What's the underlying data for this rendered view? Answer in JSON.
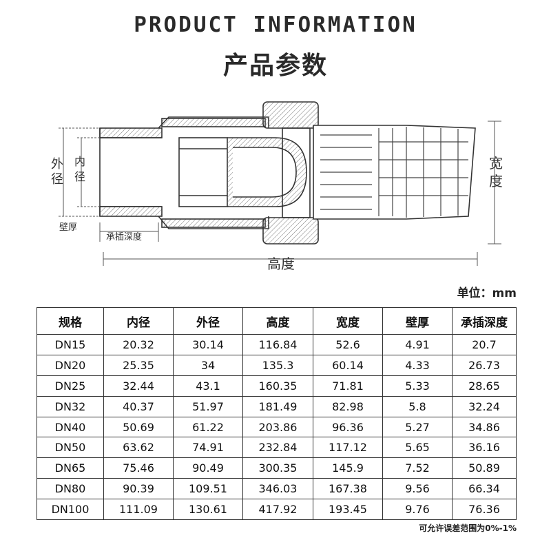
{
  "header": {
    "title_en": "PRODUCT INFORMATION",
    "title_cn": "产品参数"
  },
  "diagram": {
    "label_outer_diameter": "外\n径",
    "label_inner_diameter": "内\n径",
    "label_wall": "壁厚",
    "label_socket_depth": "承插深度",
    "label_height": "高度",
    "label_width": "宽\n度"
  },
  "unit_label": "单位：mm",
  "table": {
    "headers": [
      "规格",
      "内径",
      "外径",
      "高度",
      "宽度",
      "壁厚",
      "承插深度"
    ],
    "rows": [
      [
        "DN15",
        "20.32",
        "30.14",
        "116.84",
        "52.6",
        "4.91",
        "20.7"
      ],
      [
        "DN20",
        "25.35",
        "34",
        "135.3",
        "60.14",
        "4.33",
        "26.73"
      ],
      [
        "DN25",
        "32.44",
        "43.1",
        "160.35",
        "71.81",
        "5.33",
        "28.65"
      ],
      [
        "DN32",
        "40.37",
        "51.97",
        "181.49",
        "82.98",
        "5.8",
        "32.24"
      ],
      [
        "DN40",
        "50.69",
        "61.22",
        "203.86",
        "96.36",
        "5.27",
        "34.86"
      ],
      [
        "DN50",
        "63.62",
        "74.91",
        "232.84",
        "117.12",
        "5.65",
        "36.16"
      ],
      [
        "DN65",
        "75.46",
        "90.49",
        "300.35",
        "145.9",
        "7.52",
        "50.89"
      ],
      [
        "DN80",
        "90.39",
        "109.51",
        "346.03",
        "167.38",
        "9.56",
        "66.34"
      ],
      [
        "DN100",
        "111.09",
        "130.61",
        "417.92",
        "193.45",
        "9.76",
        "76.36"
      ]
    ]
  },
  "footnote": "可允许误差范围为0%-1%"
}
